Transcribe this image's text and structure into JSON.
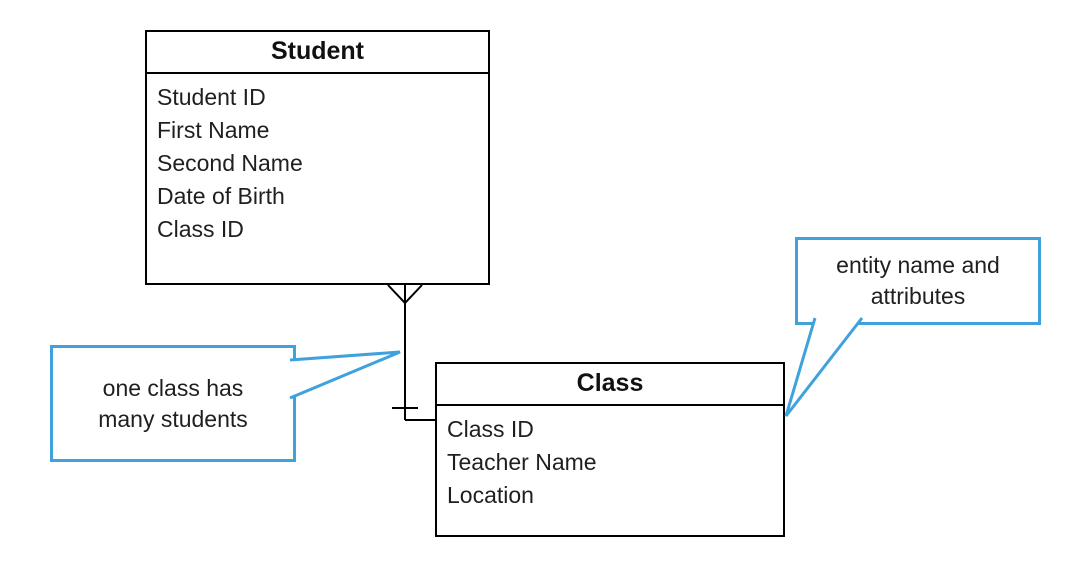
{
  "diagram": {
    "entities": [
      {
        "name": "Student",
        "attributes": [
          "Student ID",
          "First Name",
          "Second Name",
          "Date of Birth",
          "Class ID"
        ]
      },
      {
        "name": "Class",
        "attributes": [
          "Class ID",
          "Teacher Name",
          "Location"
        ]
      }
    ],
    "relationship": {
      "notation": "crow-foot",
      "cardinality": "one-to-many",
      "one_end_entity": "Class",
      "many_end_entity": "Student"
    },
    "callouts": [
      {
        "name": "relationship-note",
        "lines": [
          "one class has",
          "many students"
        ]
      },
      {
        "name": "entity-note",
        "lines": [
          "entity name and",
          "attributes"
        ]
      }
    ],
    "colors": {
      "callout_border": "#3FA2DC",
      "entity_border": "#000000",
      "line": "#000000",
      "text": "#1F1F1F"
    }
  }
}
